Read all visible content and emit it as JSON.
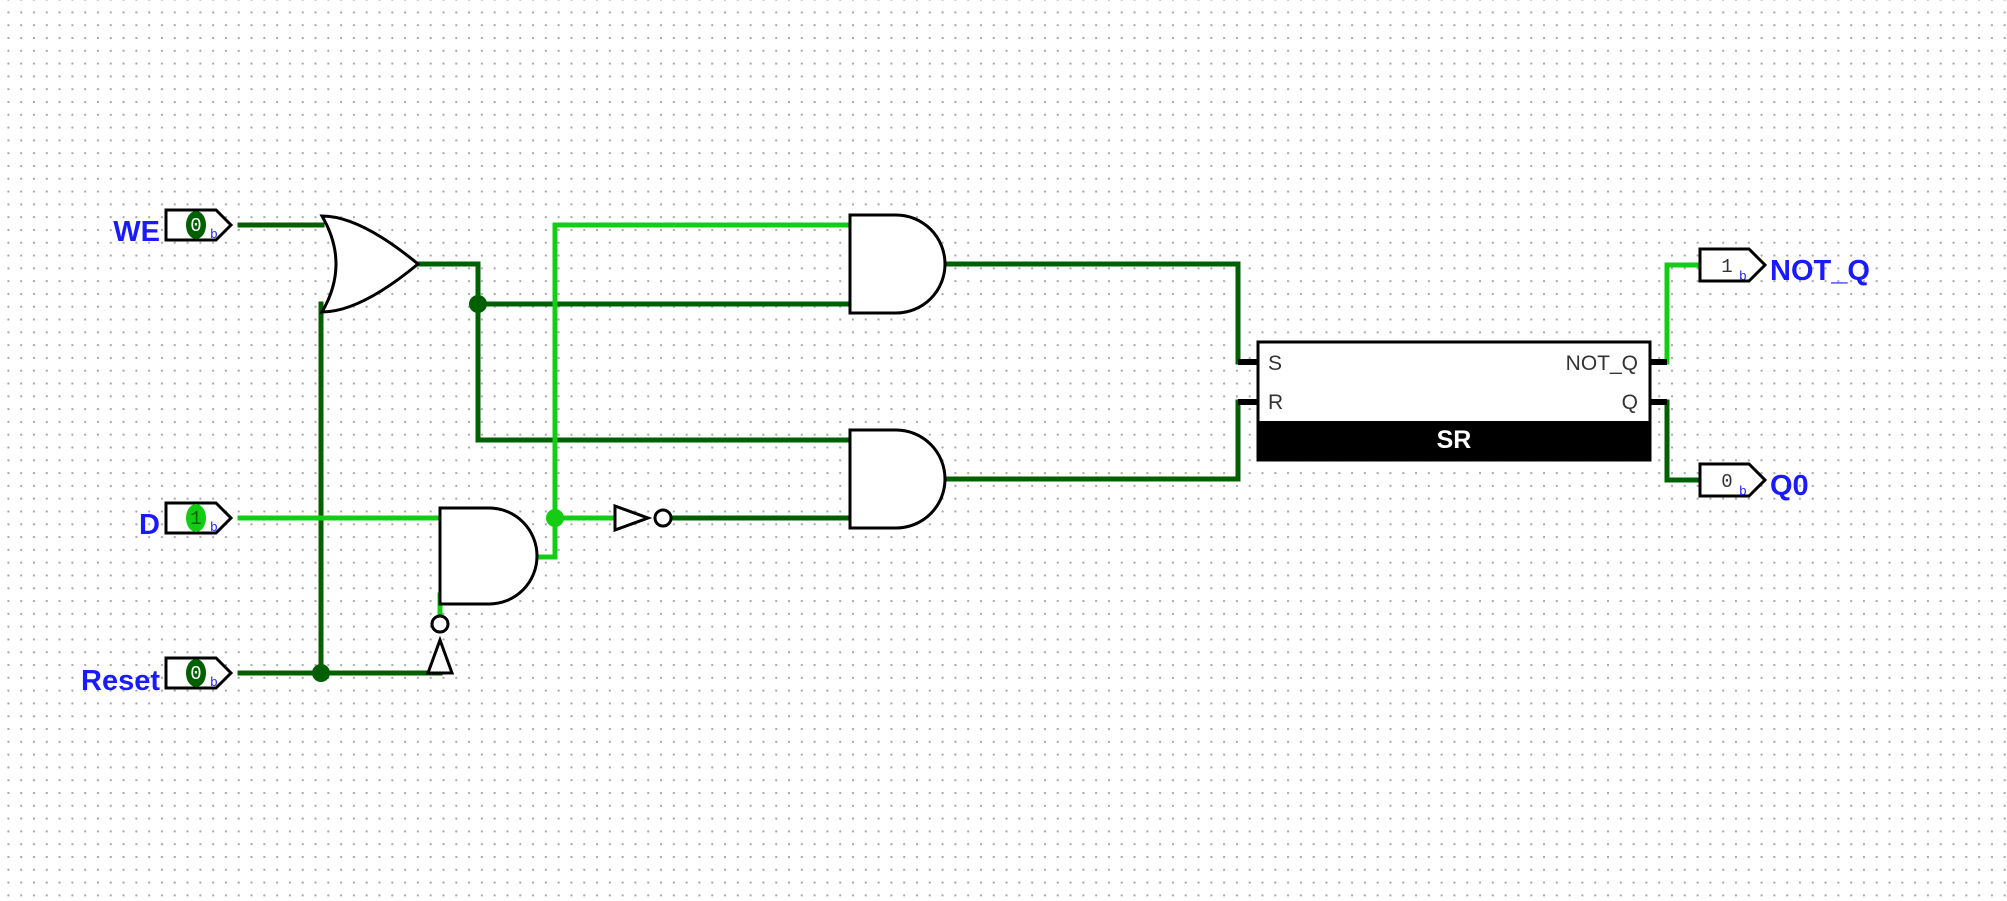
{
  "colors": {
    "wire_low": "#006000",
    "wire_high": "#14cc14",
    "label": "#1a1aff",
    "component_outline": "#000000",
    "sr_band": "#000000"
  },
  "inputs": {
    "we": {
      "label": "WE",
      "value": "0",
      "base": "b",
      "state": "low"
    },
    "d": {
      "label": "D",
      "value": "1",
      "base": "b",
      "state": "high"
    },
    "reset": {
      "label": "Reset",
      "value": "0",
      "base": "b",
      "state": "low"
    }
  },
  "outputs": {
    "not_q": {
      "label": "NOT_Q",
      "value": "1",
      "base": "b",
      "state": "high"
    },
    "q0": {
      "label": "Q0",
      "value": "0",
      "base": "b",
      "state": "low"
    }
  },
  "sr_block": {
    "title": "SR",
    "port_s": "S",
    "port_r": "R",
    "port_not_q": "NOT_Q",
    "port_q": "Q"
  },
  "gates": [
    {
      "type": "or",
      "id": "or-gate"
    },
    {
      "type": "and",
      "id": "and-gate-d-reset"
    },
    {
      "type": "and",
      "id": "and-gate-set"
    },
    {
      "type": "and",
      "id": "and-gate-reset"
    },
    {
      "type": "not",
      "id": "not-gate"
    },
    {
      "type": "not",
      "id": "not-gate-reset"
    }
  ]
}
